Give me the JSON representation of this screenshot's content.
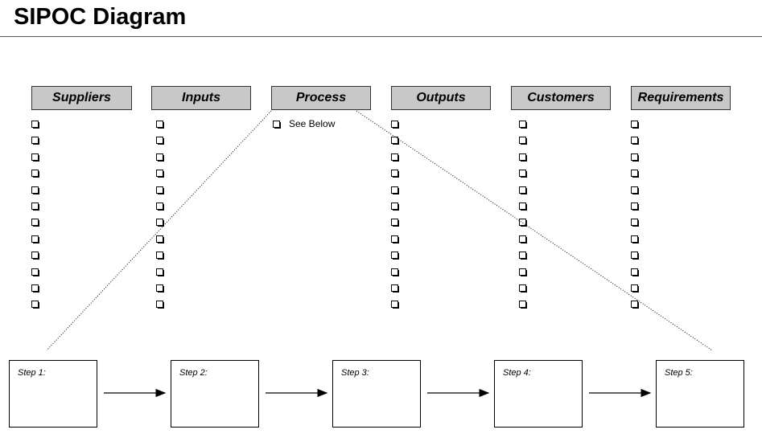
{
  "title": "SIPOC Diagram",
  "columns": [
    {
      "key": "suppliers",
      "label": "Suppliers",
      "items": [
        "",
        "",
        "",
        "",
        "",
        "",
        "",
        "",
        "",
        "",
        "",
        ""
      ]
    },
    {
      "key": "inputs",
      "label": "Inputs",
      "items": [
        "",
        "",
        "",
        "",
        "",
        "",
        "",
        "",
        "",
        "",
        "",
        ""
      ]
    },
    {
      "key": "process",
      "label": "Process",
      "items": [
        "See Below"
      ]
    },
    {
      "key": "outputs",
      "label": "Outputs",
      "items": [
        "",
        "",
        "",
        "",
        "",
        "",
        "",
        "",
        "",
        "",
        "",
        ""
      ]
    },
    {
      "key": "customers",
      "label": "Customers",
      "items": [
        "",
        "",
        "",
        "",
        "",
        "",
        "",
        "",
        "",
        "",
        "",
        ""
      ]
    },
    {
      "key": "requirements",
      "label": "Requirements",
      "items": [
        "",
        "",
        "",
        "",
        "",
        "",
        "",
        "",
        "",
        "",
        "",
        ""
      ]
    }
  ],
  "steps": [
    {
      "label": "Step 1:"
    },
    {
      "label": "Step 2:"
    },
    {
      "label": "Step 3:"
    },
    {
      "label": "Step 4:"
    },
    {
      "label": "Step 5:"
    }
  ]
}
